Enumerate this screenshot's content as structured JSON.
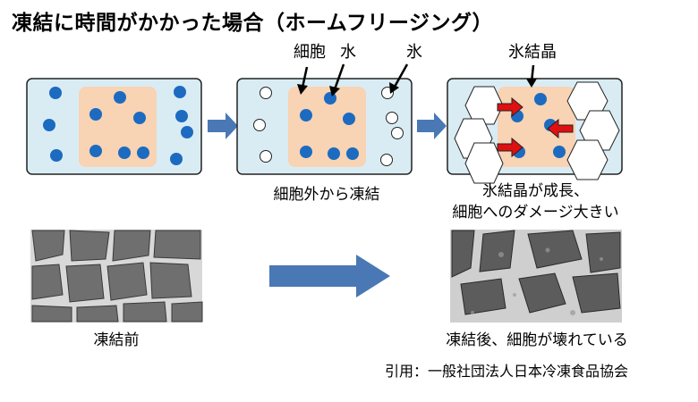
{
  "title": "凍結に時間がかかった場合（ホームフリージング）",
  "labels": {
    "cell": "細胞",
    "water": "水",
    "ice": "氷",
    "ice_crystal": "氷結晶"
  },
  "captions": {
    "panel2": "細胞外から凍結",
    "panel3_line1": "氷結晶が成長、",
    "panel3_line2": "細胞へのダメージ大きい",
    "photo_before": "凍結前",
    "photo_after": "凍結後、細胞が壊れている"
  },
  "citation": "引用：一般社団法人日本冷凍食品協会",
  "colors": {
    "box_fill": "#d9ecf4",
    "cell_fill": "#f8d3b4",
    "water_dot": "#1c6bc0",
    "arrow_blue": "#4a78b5",
    "ice_arrow": "#e01010"
  }
}
